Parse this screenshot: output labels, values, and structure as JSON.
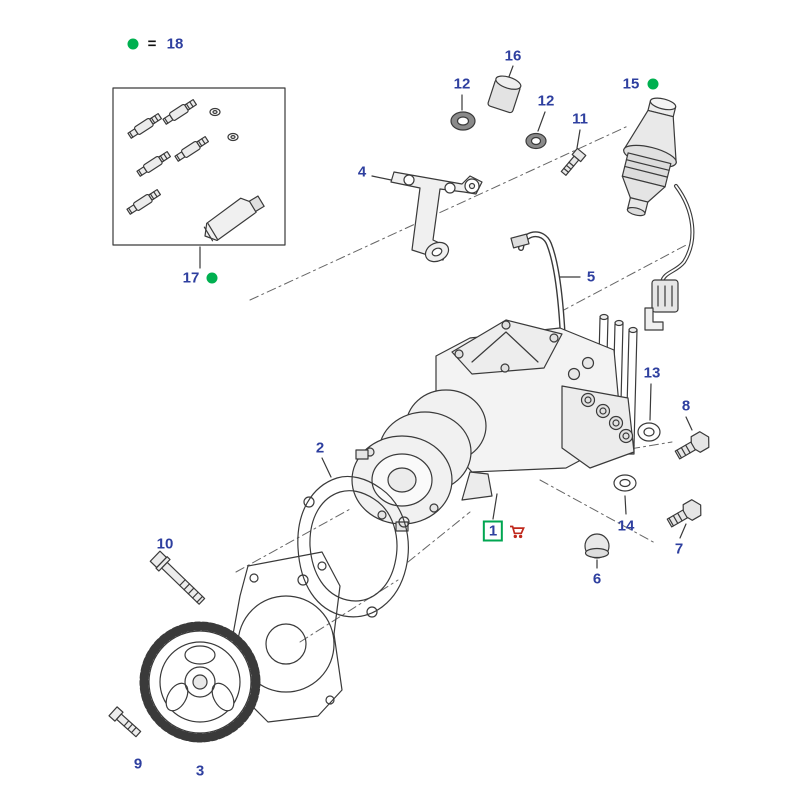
{
  "legend": {
    "equals_sign": "="
  },
  "callouts": {
    "c1": "1",
    "c2": "2",
    "c3": "3",
    "c4": "4",
    "c5": "5",
    "c6": "6",
    "c7": "7",
    "c8": "8",
    "c9": "9",
    "c10": "10",
    "c11": "11",
    "c12": "12",
    "c13": "13",
    "c14": "14",
    "c15": "15",
    "c16": "16",
    "c17": "17",
    "c18": "18"
  },
  "colors": {
    "callout_text": "#2e3f9f",
    "highlight_border": "#00a651",
    "indicator_dot": "#00b050",
    "cart_icon": "#c0281c",
    "line_color": "#3a3a3a",
    "background": "#ffffff"
  }
}
